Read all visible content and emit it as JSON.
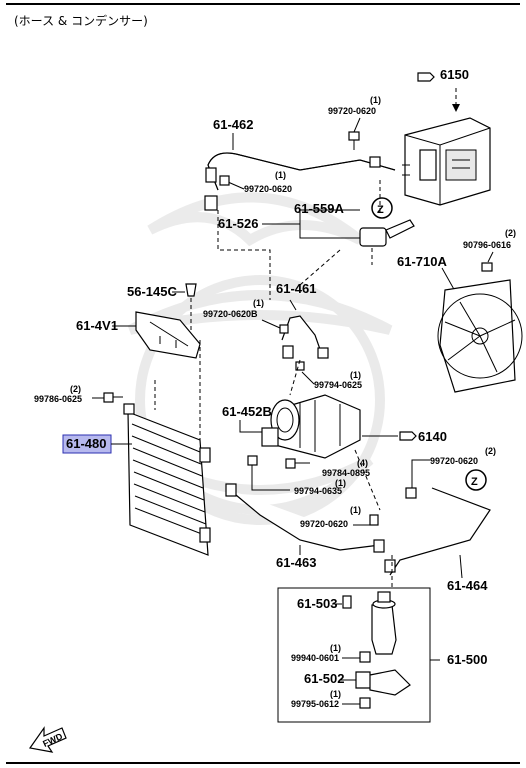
{
  "header": {
    "title": "(ホース & コンデンサー)"
  },
  "callouts": {
    "c6150": "6150",
    "c6140": "6140",
    "z1": "Z",
    "z2": "Z"
  },
  "labels": {
    "l61462": "61-462",
    "l61526": "61-526",
    "l61559A": "61-559A",
    "l61710A": "61-710A",
    "l56145C": "56-145C",
    "l614V1": "61-4V1",
    "l61461": "61-461",
    "l61480": "61-480",
    "l61452B": "61-452B",
    "l61463": "61-463",
    "l61464": "61-464",
    "l61503": "61-503",
    "l61500": "61-500",
    "l61502": "61-502"
  },
  "bolts": {
    "b1_qty": "(1)",
    "b1_pn": "99720-0620",
    "b2_qty": "(1)",
    "b2_pn": "99720-0620",
    "b3_qty": "(2)",
    "b3_pn": "90796-0616",
    "b4_qty": "(1)",
    "b4_pn": "99720-0620B",
    "b5_qty": "(1)",
    "b5_pn": "99794-0625",
    "b6_qty": "(2)",
    "b6_pn": "99786-0625",
    "b7_qty": "(4)",
    "b7_pn": "99784-0895",
    "b8_qty": "(1)",
    "b8_pn": "99794-0635",
    "b9_qty": "(2)",
    "b9_pn": "99720-0620",
    "b10_qty": "(1)",
    "b10_pn": "99720-0620",
    "b11_qty": "(1)",
    "b11_pn": "99940-0601",
    "b12_qty": "(1)",
    "b12_pn": "99795-0612"
  },
  "fwd": "FWD"
}
